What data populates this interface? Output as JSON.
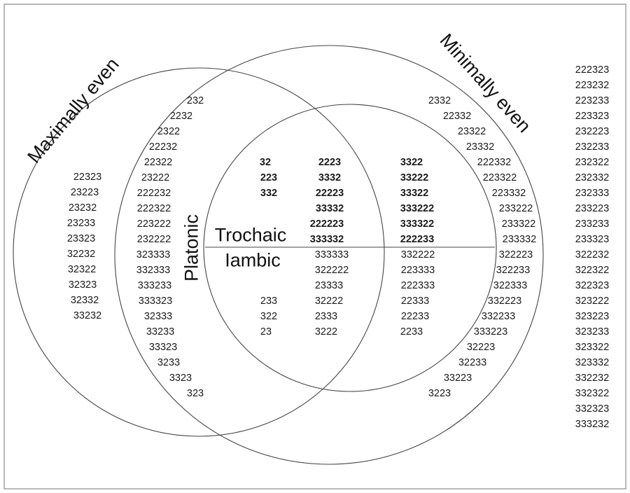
{
  "labels": {
    "maximally_even": "Maximally even",
    "minimally_even": "Minimally even",
    "platonic": "Platonic",
    "trochaic": "Trochaic",
    "iambic": "Iambic"
  },
  "groups": {
    "maximally_even_only": [
      "22323",
      "23223",
      "23232",
      "23233",
      "23323",
      "32232",
      "32322",
      "32323",
      "32332",
      "33232"
    ],
    "maximally_and_platonic": [
      "232",
      "2232",
      "2322",
      "22232",
      "22322",
      "23222",
      "222232",
      "222322",
      "223222",
      "232222",
      "323333",
      "332333",
      "333233",
      "333323",
      "32333",
      "33233",
      "33323",
      "3233",
      "3323",
      "323"
    ],
    "trochaic_minimal_col1": [
      "32",
      "223",
      "332"
    ],
    "trochaic_minimal_col2": [
      "2223",
      "3332",
      "22223",
      "33332",
      "222223",
      "333332"
    ],
    "trochaic_minimal_col3": [
      "3322",
      "33222",
      "33322",
      "333222",
      "333322",
      "222233"
    ],
    "iambic_col1": [
      "233",
      "322",
      "23"
    ],
    "iambic_col2": [
      "333333",
      "322222",
      "23333",
      "32222",
      "2333",
      "3222"
    ],
    "iambic_col3": [
      "332222",
      "223333",
      "222333",
      "22333",
      "22233",
      "2233"
    ],
    "minimally_even_only": [
      "2332",
      "22332",
      "23322",
      "23332",
      "222332",
      "223322",
      "223332",
      "233222",
      "233322",
      "233332",
      "322223",
      "322233",
      "322333",
      "332223",
      "332233",
      "333223",
      "32223",
      "32233",
      "33223",
      "3223"
    ],
    "outside": [
      "222323",
      "223232",
      "223233",
      "223323",
      "232223",
      "232233",
      "232322",
      "232332",
      "232333",
      "233223",
      "233233",
      "233323",
      "322232",
      "322322",
      "322323",
      "323222",
      "323223",
      "323233",
      "323322",
      "323332",
      "332232",
      "332322",
      "332323",
      "333232"
    ]
  }
}
